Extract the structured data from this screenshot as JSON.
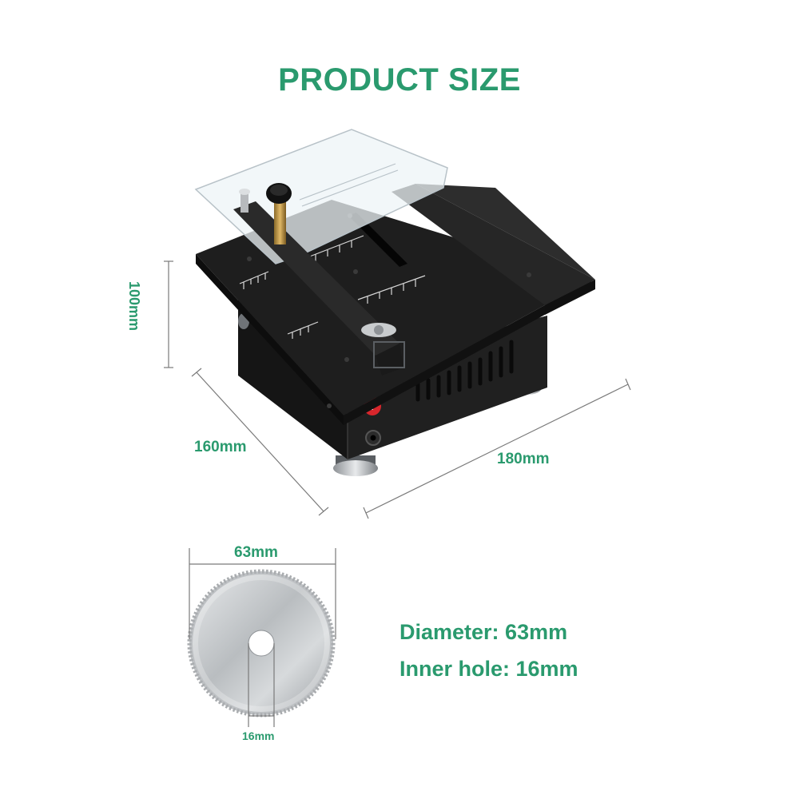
{
  "header": {
    "title": "PRODUCT SIZE"
  },
  "dimensions": {
    "height": "100mm",
    "depth": "160mm",
    "width": "180mm",
    "blade_diameter": "63mm",
    "blade_hole": "16mm"
  },
  "specs": {
    "diameter": "Diameter: 63mm",
    "inner_hole": "Inner hole: 16mm"
  },
  "colors": {
    "accent": "#2a9a6e",
    "body": "#1c1c1c",
    "body_dark": "#0f0f0f",
    "steel": "#c9ccce",
    "power_switch": "#d8262c"
  }
}
